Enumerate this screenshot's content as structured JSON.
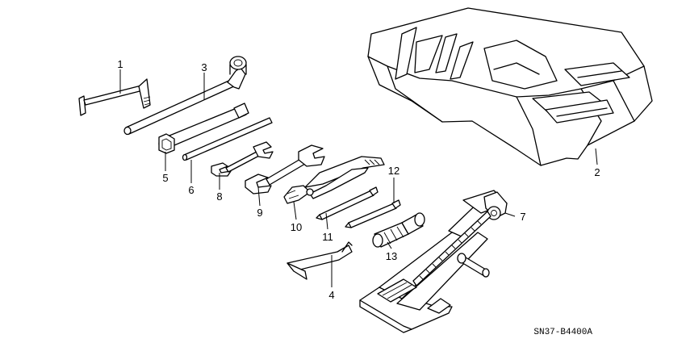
{
  "diagram": {
    "drawing_code": "SN37-B4400A",
    "callouts": [
      {
        "id": "c1",
        "label": "1",
        "part": "hex-key-wrench"
      },
      {
        "id": "c2",
        "label": "2",
        "part": "tool-tray"
      },
      {
        "id": "c3",
        "label": "3",
        "part": "wheel-nut-wrench"
      },
      {
        "id": "c4",
        "label": "4",
        "part": "tire-lever"
      },
      {
        "id": "c5",
        "label": "5",
        "part": "socket"
      },
      {
        "id": "c6",
        "label": "6",
        "part": "extension-bar"
      },
      {
        "id": "c7",
        "label": "7",
        "part": "scissor-jack"
      },
      {
        "id": "c8",
        "label": "8",
        "part": "small-open-end-wrench"
      },
      {
        "id": "c9",
        "label": "9",
        "part": "large-open-end-wrench"
      },
      {
        "id": "c10",
        "label": "10",
        "part": "pliers"
      },
      {
        "id": "c11",
        "label": "11",
        "part": "screwdriver-bit"
      },
      {
        "id": "c12",
        "label": "12",
        "part": "screwdriver-bit-phillips"
      },
      {
        "id": "c13",
        "label": "13",
        "part": "screwdriver-handle"
      }
    ]
  }
}
